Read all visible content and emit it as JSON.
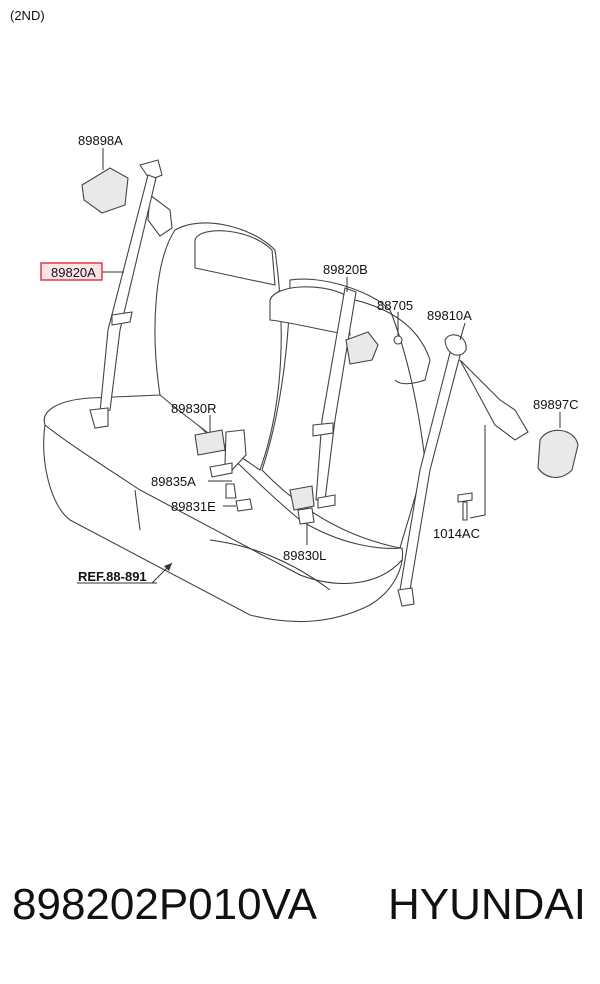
{
  "header": {
    "section": "(2ND)"
  },
  "labels": {
    "p89898A": "89898A",
    "p89820A": "89820A",
    "p89820B": "89820B",
    "p88705": "88705",
    "p89810A": "89810A",
    "p89897C": "89897C",
    "p89830R": "89830R",
    "p89835A": "89835A",
    "p89831E": "89831E",
    "p89830L": "89830L",
    "p1014AC": "1014AC",
    "ref": "REF.88-891"
  },
  "highlight": {
    "part": "89820A",
    "color": "#e0394a",
    "fill": "#fbe3e6"
  },
  "footer": {
    "part_number": "898202P010VA",
    "brand": "HYUNDAI"
  }
}
